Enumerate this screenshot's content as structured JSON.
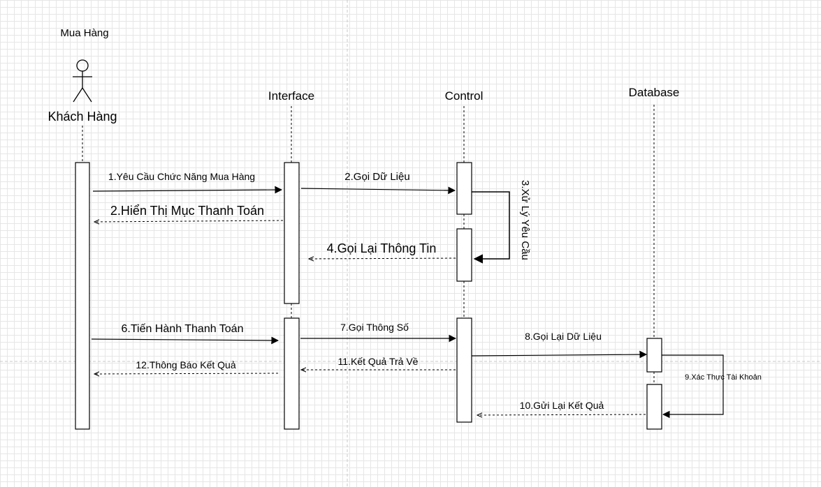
{
  "diagram": {
    "title": "Mua Hàng",
    "actor_label": "Khách Hàng",
    "lifelines": {
      "interface": "Interface",
      "control": "Control",
      "database": "Database"
    },
    "messages": {
      "m1": "1.Yêu Cầu Chức Năng Mua Hàng",
      "m2_display": "2.Hiển Thị Mục Thanh Toán",
      "m2_call": "2.Gọi Dữ Liệu",
      "m3": "3.Xử Lý Yêu Cầu",
      "m4": "4.Gọi Lại Thông Tin",
      "m6": "6.Tiến Hành Thanh Toán",
      "m7": "7.Gọi Thông Số",
      "m8": "8.Gọi Lại Dữ Liệu",
      "m9": "9.Xác Thực Tài Khoản",
      "m10": "10.Gửi Lại Kết Quả",
      "m11": "11.Kết Quả Trả Về",
      "m12": "12.Thông Báo Kết Quả"
    }
  }
}
